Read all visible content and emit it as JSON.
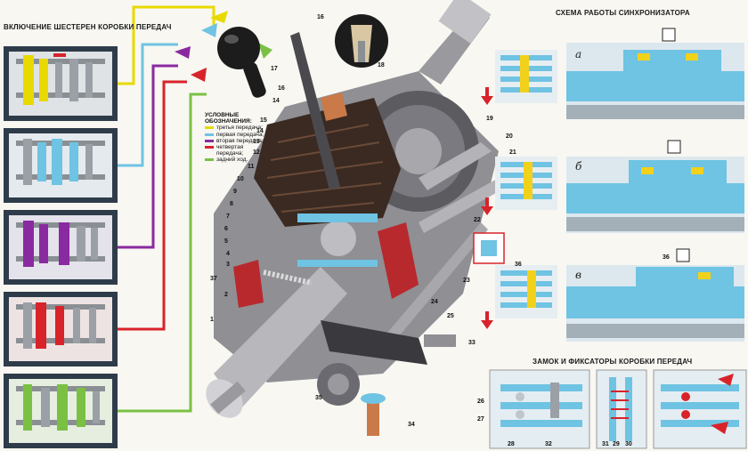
{
  "titles": {
    "gear_engagement": "ВКЛЮЧЕНИЕ ШЕСТЕРЕН КОРОБКИ ПЕРЕДАЧ",
    "synchronizer": "СХЕМА РАБОТЫ СИНХРОНИЗАТОРА",
    "lock": "ЗАМОК И ФИКСАТОРЫ КОРОБКИ ПЕРЕДАЧ"
  },
  "legend": {
    "heading": "УСЛОВНЫЕ ОБОЗНАЧЕНИЯ:",
    "items": [
      {
        "label": "третья передача;",
        "color": "#e8d900"
      },
      {
        "label": "первая передача;",
        "color": "#6fc3e3"
      },
      {
        "label": "вторая передача;",
        "color": "#8a2aa0"
      },
      {
        "label": "четвертая передача;",
        "color": "#d8232a"
      },
      {
        "label": "задний ход.",
        "color": "#7ac143"
      }
    ]
  },
  "gear_panels": [
    {
      "gear": "третья",
      "color": "#e8d900"
    },
    {
      "gear": "первая",
      "color": "#6fc3e3"
    },
    {
      "gear": "вторая",
      "color": "#8a2aa0"
    },
    {
      "gear": "четвертая",
      "color": "#d8232a"
    },
    {
      "gear": "задний ход",
      "color": "#7ac143"
    }
  ],
  "sync_letters": [
    "а",
    "б",
    "в"
  ],
  "callouts": {
    "n1": "1",
    "n2": "2",
    "n3": "3",
    "n4": "4",
    "n5": "5",
    "n6": "6",
    "n7": "7",
    "n8": "8",
    "n9": "9",
    "n10": "10",
    "n11": "11",
    "n12": "12",
    "n13": "13",
    "n14": "14",
    "n15": "15",
    "n16": "16",
    "n17": "17",
    "n18": "18",
    "n19": "19",
    "n20": "20",
    "n21": "21",
    "n22": "22",
    "n23": "23",
    "n24": "24",
    "n25": "25",
    "n26": "26",
    "n27": "27",
    "n28": "28",
    "n29": "29",
    "n30": "30",
    "n31": "31",
    "n32": "32",
    "n33": "33",
    "n34": "34",
    "n35": "35",
    "n36": "36",
    "n37": "37"
  },
  "colors": {
    "housing": "#8f8f94",
    "housing_dark": "#4a4a4e",
    "boot": "#3a2a22",
    "sync_blue": "#6fc3e3",
    "sync_yellow": "#f2d11a",
    "arrow_red": "#d8232a"
  }
}
